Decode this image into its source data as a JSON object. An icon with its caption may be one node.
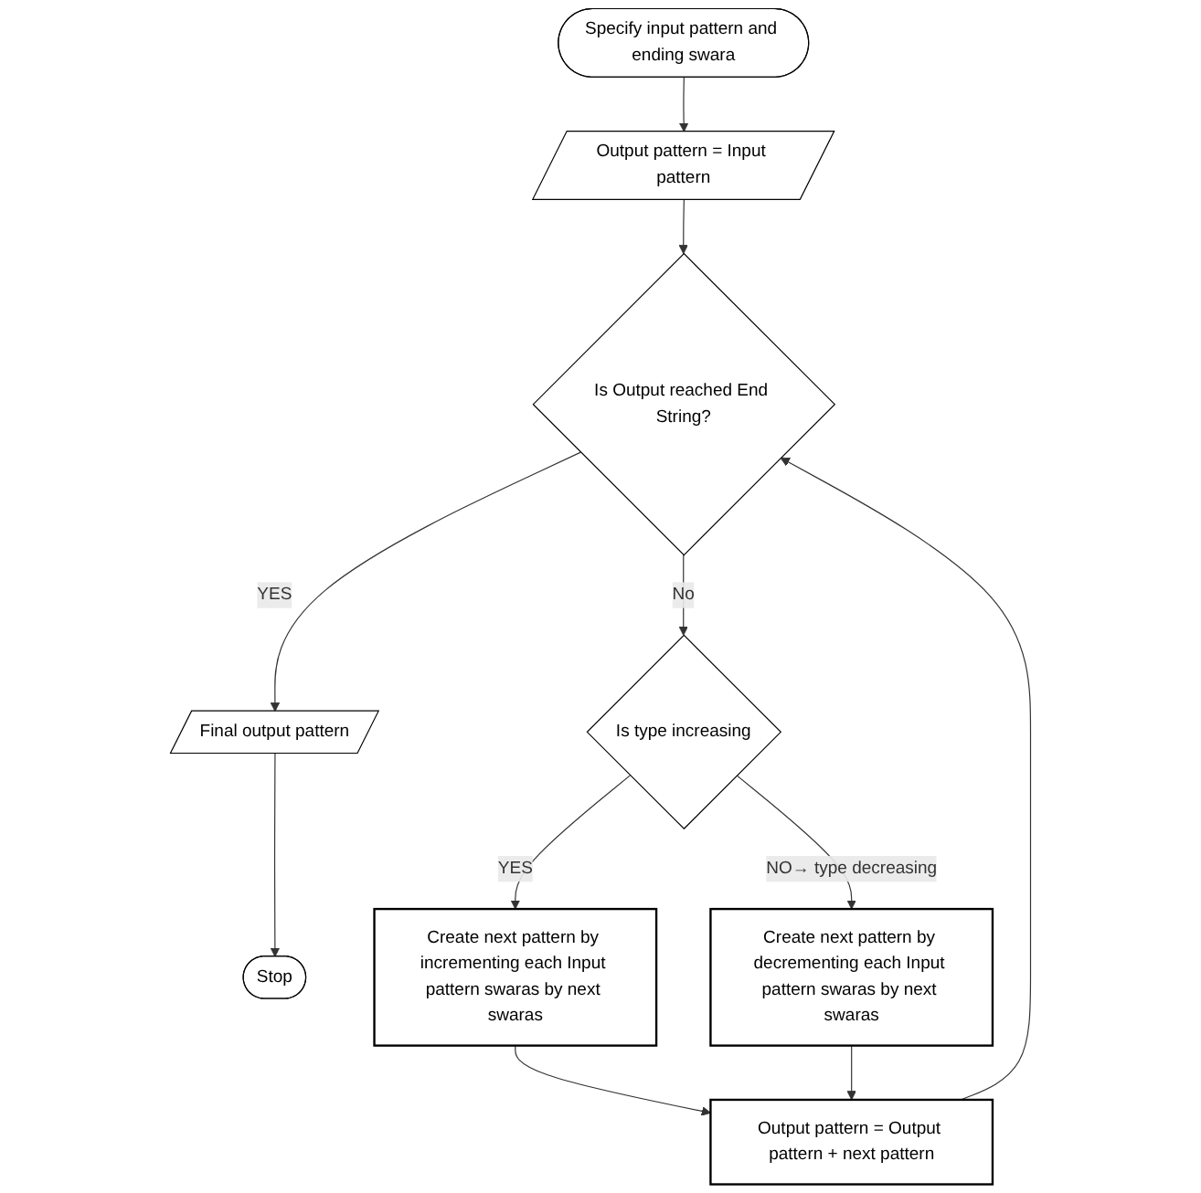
{
  "diagram": {
    "nodes": [
      {
        "text": [
          "Specify input pattern and ending swara"
        ]
      },
      {
        "text": [
          "Output pattern = Input pattern"
        ]
      },
      {
        "text": [
          "Is Output reached End String?"
        ]
      },
      {
        "text": [
          "Final output pattern"
        ]
      },
      {
        "text": [
          "Stop"
        ]
      },
      {
        "text": [
          "Is type increasing"
        ]
      },
      {
        "text": [
          "Create next pattern by decrementing each Input pattern swaras by next swaras"
        ]
      },
      {
        "text": [
          "Create next pattern by incrementing each Input pattern swaras by next swaras"
        ]
      },
      {
        "text": [
          "Output pattern = Output pattern + next pattern"
        ]
      }
    ],
    "edges": [
      {
        "from": 0,
        "to": 1,
        "arrow": "to"
      },
      {
        "from": 1,
        "to": 2,
        "arrow": "to"
      },
      {
        "from": 2,
        "to": 3,
        "label": "YES",
        "arrow": "to"
      },
      {
        "from": 3,
        "to": 4,
        "arrow": "to"
      },
      {
        "from": 2,
        "to": 5,
        "label": "No",
        "arrow": "to"
      },
      {
        "from": 5,
        "to": 6,
        "label": "NO→ type decreasing",
        "arrow": "to"
      },
      {
        "from": 5,
        "to": 7,
        "label": "YES",
        "arrow": "to"
      },
      {
        "from": 7,
        "to": 8,
        "arrow": "to"
      },
      {
        "from": 6,
        "to": 8,
        "arrow": "to"
      },
      {
        "from": 8,
        "to": 2,
        "arrow": "to"
      }
    ]
  }
}
